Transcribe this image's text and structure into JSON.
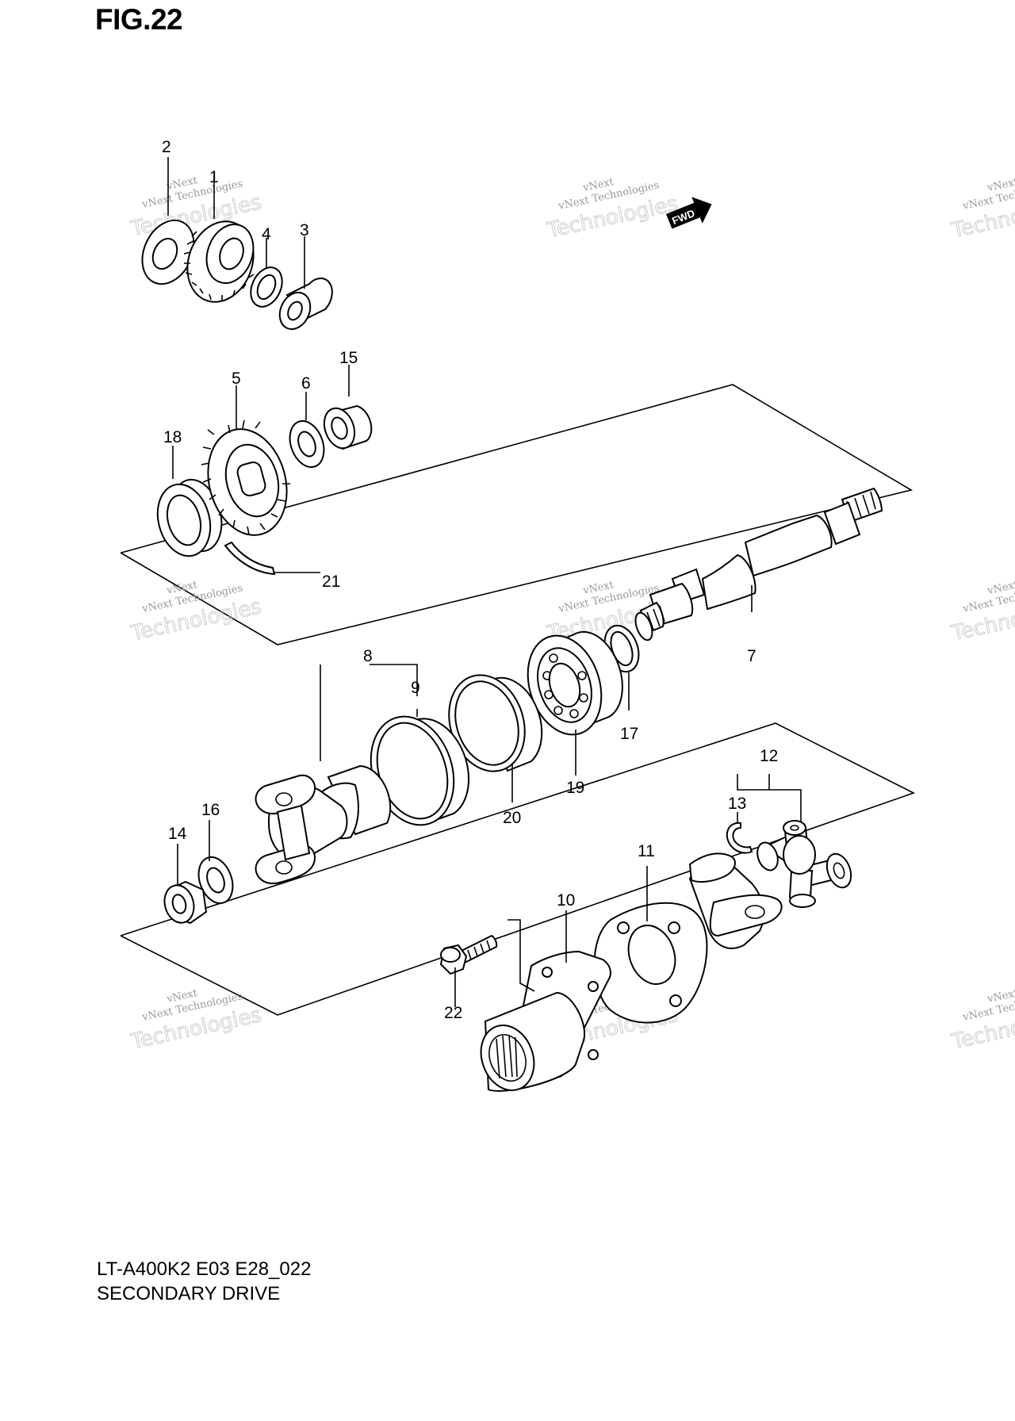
{
  "figure": {
    "title": "FIG.22"
  },
  "footer": {
    "model": "LT-A400K2 E03 E28_022",
    "section": "SECONDARY DRIVE"
  },
  "direction_badge": "FWD",
  "watermark": {
    "line_small": "vNext Technologies",
    "line_big": "Technologies",
    "line_top": "vNext"
  },
  "callouts": [
    "1",
    "2",
    "3",
    "4",
    "5",
    "6",
    "7",
    "8",
    "9",
    "10",
    "11",
    "12",
    "13",
    "14",
    "15",
    "16",
    "17",
    "18",
    "19",
    "20",
    "21",
    "22"
  ]
}
